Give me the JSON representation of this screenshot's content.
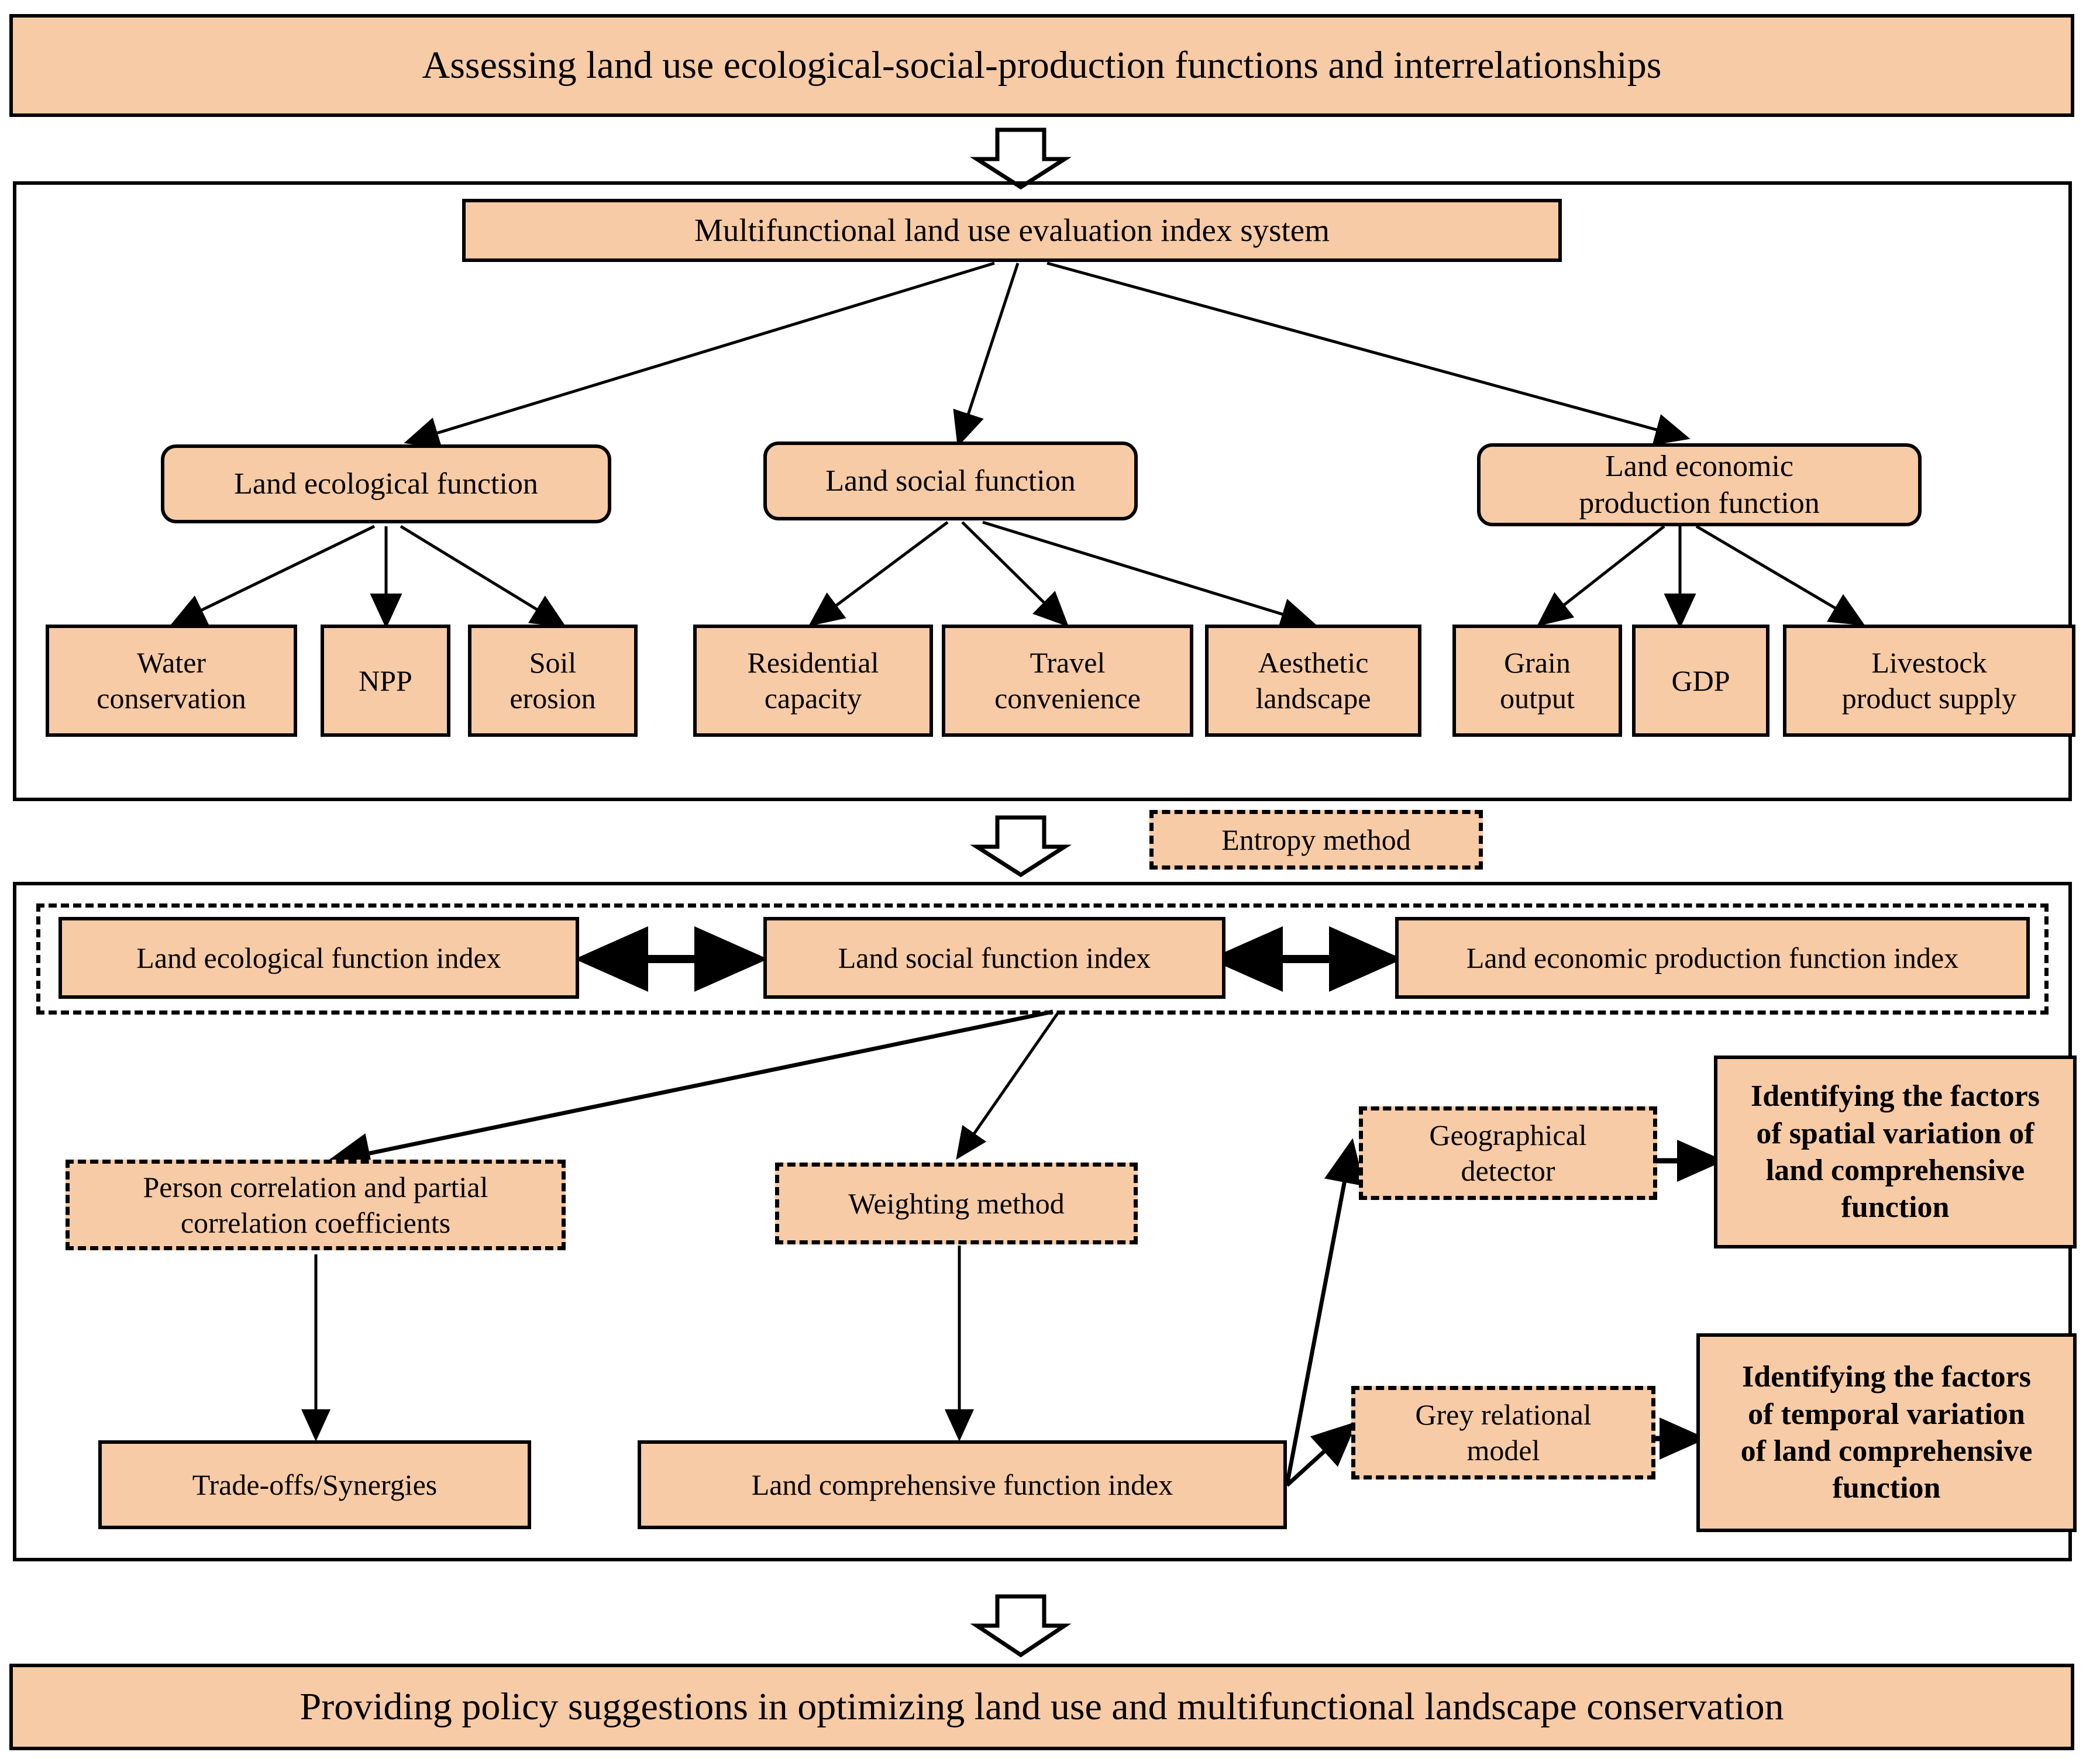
{
  "diagram": {
    "title_banner": "Assessing land use ecological-social-production functions and interrelationships",
    "bottom_banner": "Providing policy suggestions in optimizing land use and multifunctional landscape conservation",
    "colors": {
      "node_fill": "#F7CBA5",
      "stroke": "#000000",
      "background": "#FFFFFF"
    },
    "section_index_system": {
      "root": "Multifunctional land use evaluation index system",
      "categories": [
        {
          "label": "Land ecological function"
        },
        {
          "label": "Land social function"
        },
        {
          "label": "Land economic\nproduction function"
        }
      ],
      "indicators": {
        "ecological": [
          "Water\nconservation",
          "NPP",
          "Soil\nerosion"
        ],
        "social": [
          "Residential\ncapacity",
          "Travel\nconvenience",
          "Aesthetic\nlandscape"
        ],
        "economic": [
          "Grain\noutput",
          "GDP",
          "Livestock\nproduct supply"
        ]
      }
    },
    "connector_labels": {
      "entropy_method": "Entropy method"
    },
    "section_analysis": {
      "indices": [
        "Land ecological function index",
        "Land social function index",
        "Land economic production function index"
      ],
      "methods": {
        "correlation": "Person correlation and partial\ncorrelation coefficients",
        "weighting": "Weighting method",
        "geographical_detector": "Geographical\ndetector",
        "grey_relational": "Grey relational\nmodel"
      },
      "results": {
        "tradeoffs": "Trade-offs/Synergies",
        "comprehensive_index": "Land comprehensive function index",
        "spatial_factors": "Identifying the factors\nof spatial variation of\nland comprehensive\nfunction",
        "temporal_factors": "Identifying the factors\nof temporal variation\nof land comprehensive\nfunction"
      }
    },
    "icons": {
      "flow_arrow_down": "block-down-arrow-icon",
      "bidirectional_arrow": "double-headed-arrow-icon"
    }
  }
}
